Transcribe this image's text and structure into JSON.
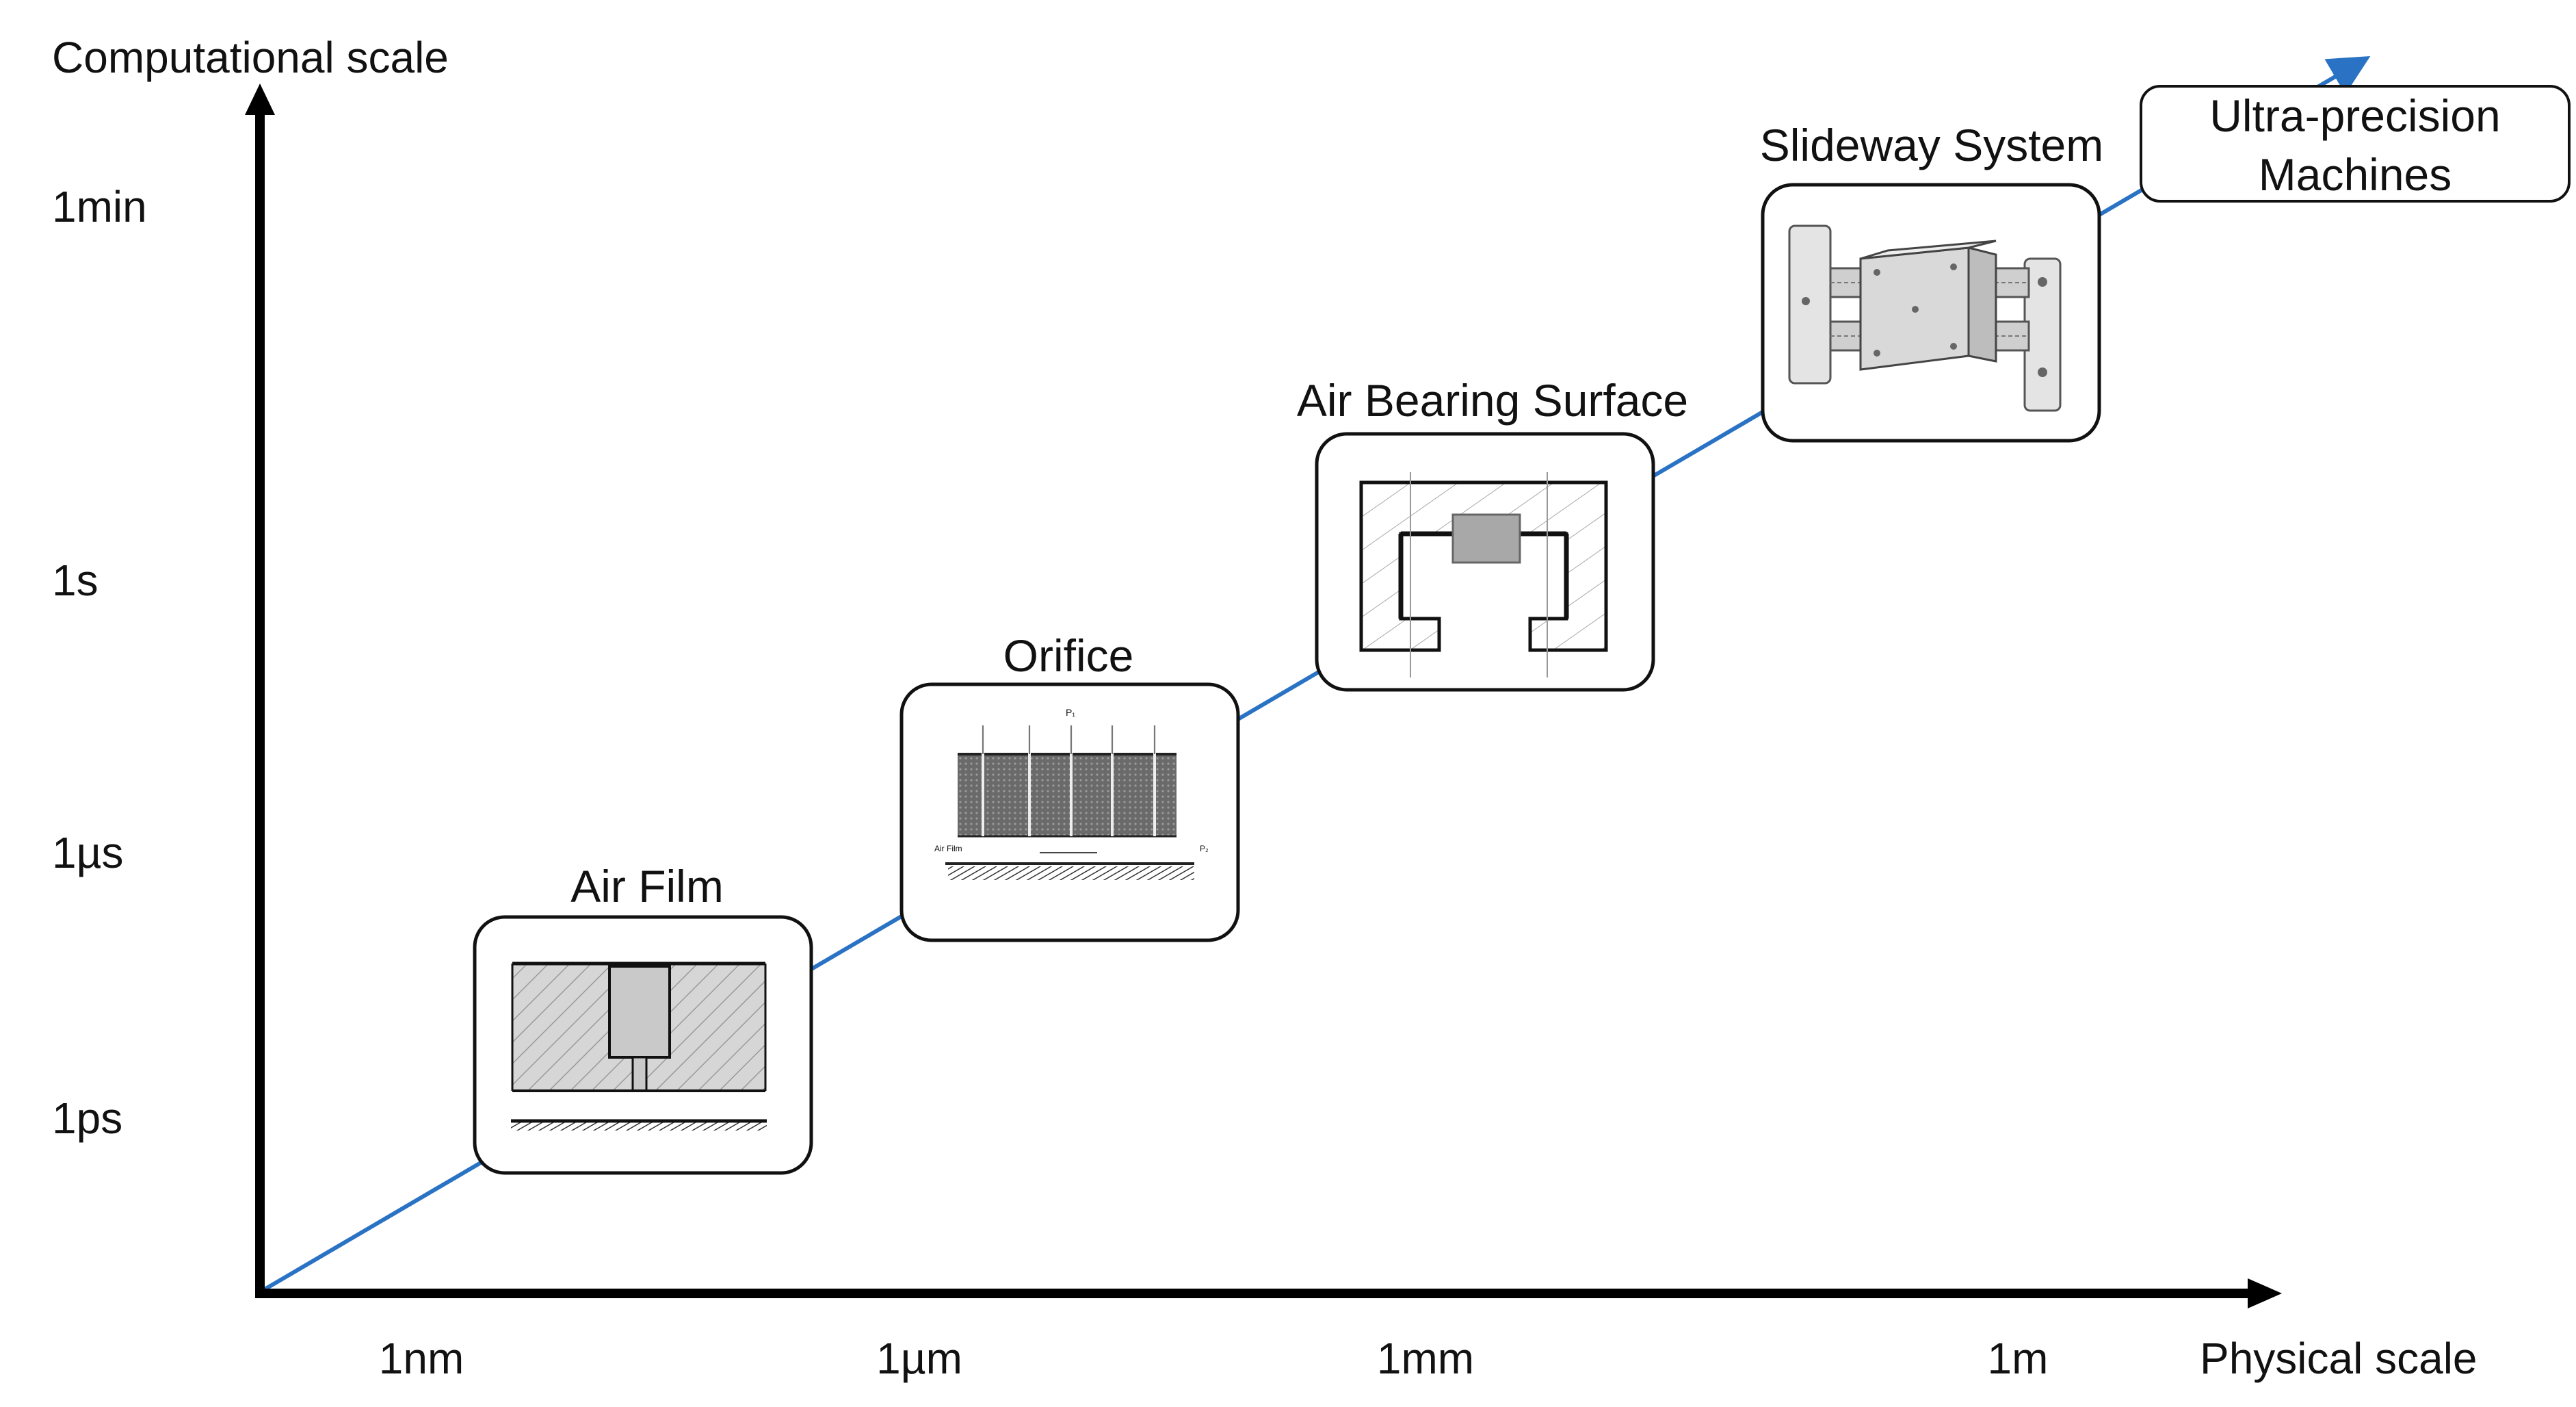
{
  "axes": {
    "y_title": "Computational scale",
    "x_title": "Physical scale",
    "y_ticks": [
      "1min",
      "1s",
      "1µs",
      "1ps"
    ],
    "x_ticks": [
      "1nm",
      "1µm",
      "1mm",
      "1m"
    ]
  },
  "nodes": {
    "air_film": {
      "label": "Air Film"
    },
    "orifice": {
      "label": "Orifice",
      "mini_labels": [
        "P₁",
        "Air Film",
        "P₂"
      ]
    },
    "air_bearing_surface": {
      "label": "Air Bearing Surface"
    },
    "slideway_system": {
      "label": "Slideway System"
    },
    "ultra_precision": {
      "line1": "Ultra-precision",
      "line2": "Machines"
    }
  },
  "colors": {
    "trend_line": "#2a73c4",
    "axis": "#000000",
    "box_border": "#111111"
  }
}
